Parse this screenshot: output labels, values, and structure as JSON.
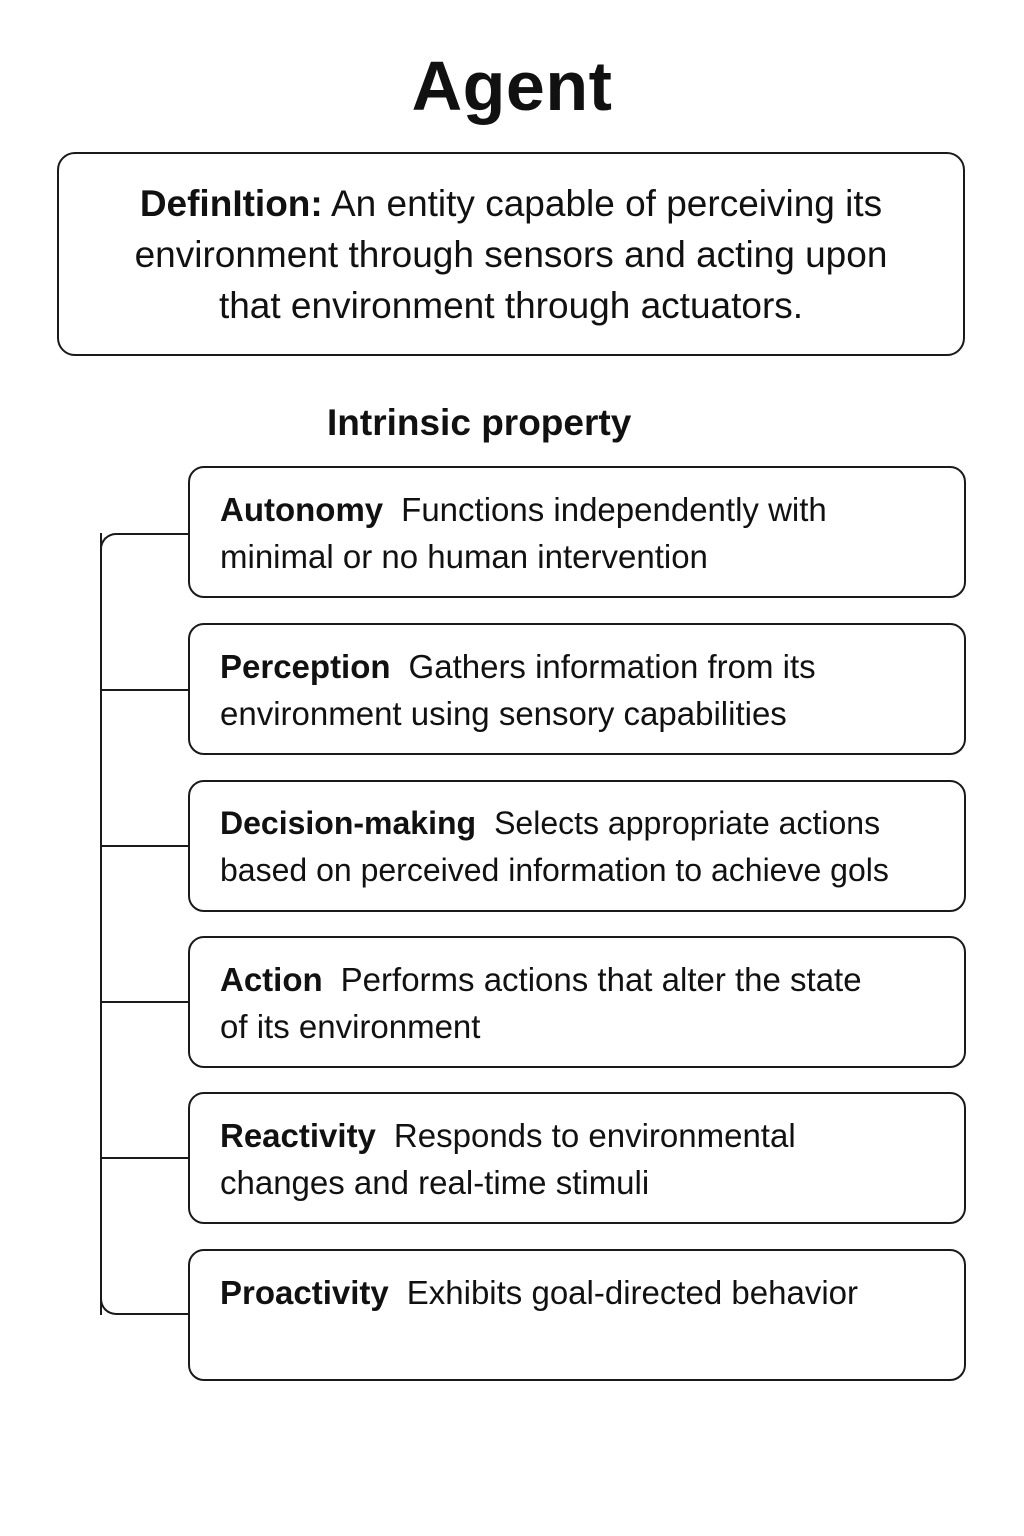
{
  "title": "Agent",
  "definition": {
    "label": "DefinItion:",
    "line1": " An entity capable of perceiving its",
    "line2": "environment through sensors and acting upon",
    "line3": "that environment through actuators."
  },
  "section_heading": "Intrinsic property",
  "properties": [
    {
      "name": "Autonomy",
      "line1": "Functions independently with",
      "line2": "minimal or no human intervention"
    },
    {
      "name": "Perception",
      "line1": "Gathers information from its",
      "line2": "environment using sensory capabilities"
    },
    {
      "name": "Decision-making",
      "line1": "Selects appropriate actions",
      "line2": "based on perceived information to achieve gols"
    },
    {
      "name": "Action",
      "line1": "Performs actions that alter the state",
      "line2": "of its environment"
    },
    {
      "name": "Reactivity",
      "line1": "Responds to environmental",
      "line2": "changes and real-time stimuli"
    },
    {
      "name": "Proactivity",
      "line1": "Exhibits goal-directed behavior",
      "line2": ""
    }
  ]
}
